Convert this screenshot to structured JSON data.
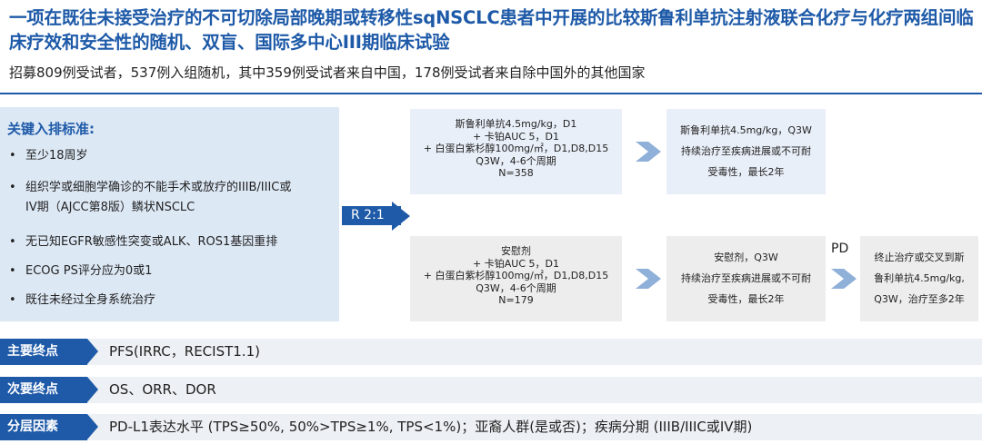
{
  "header": {
    "title": "一项在既往未接受治疗的不可切除局部晚期或转移性sqNSCLC患者中开展的比较斯鲁利单抗注射液联合化疗与化疗两组间临床疗效和安全性的随机、双盲、国际多中心III期临床试验",
    "subtitle": "招募809例受试者，537例入组随机，其中359例受试者来自中国，178例受试者来自除中国外的其他国家"
  },
  "criteria": {
    "title": "关键入排标准:",
    "items": [
      "至少18周岁",
      "组织学或细胞学确诊的不能手术或放疗的IIIB/IIIC或",
      "IV期（AJCC第8版）鳞状NSCLC",
      "无已知EGFR敏感性突变或ALK、ROS1基因重排",
      "ECOG PS评分应为0或1",
      "既往未经过全身系统治疗"
    ]
  },
  "randomization": {
    "label": "R 2:1"
  },
  "arm_top": {
    "lines": [
      "斯鲁利单抗4.5mg/kg，D1",
      "+ 卡铂AUC 5，D1",
      "+ 白蛋白紫杉醇100mg/㎡，D1,D8,D15",
      "Q3W，4-6个周期",
      "N=358"
    ],
    "continuation": [
      "斯鲁利单抗4.5mg/kg，Q3W",
      "持续治疗至疾病进展或不可耐",
      "受毒性，最长2年"
    ]
  },
  "arm_bottom": {
    "lines": [
      "安慰剂",
      "+ 卡铂AUC 5，D1",
      "+ 白蛋白紫杉醇100mg/㎡，D1,D8,D15",
      "Q3W，4-6个周期",
      "N=179"
    ],
    "continuation": [
      "安慰剂，Q3W",
      "持续治疗至疾病进展或不可耐",
      "受毒性，最长2年"
    ],
    "pd_label": "PD",
    "crossover": [
      "终止治疗或交叉到斯",
      "鲁利单抗4.5mg/kg,",
      "Q3W，治疗至多2年"
    ]
  },
  "endpoints": [
    {
      "label": "主要终点",
      "text": "PFS(IRRC，RECIST1.1)"
    },
    {
      "label": "次要终点",
      "text": "OS、ORR、DOR"
    },
    {
      "label": "分层因素",
      "text": "PD-L1表达水平 (TPS≥50%, 50%>TPS≥1%, TPS<1%)；亚裔人群(是或否)；疾病分期 (IIIB/IIIC或IV期)"
    }
  ],
  "colors": {
    "accent": "#1e5aa8",
    "light_blue": "#e9eff8",
    "light_gray": "#ededed"
  }
}
